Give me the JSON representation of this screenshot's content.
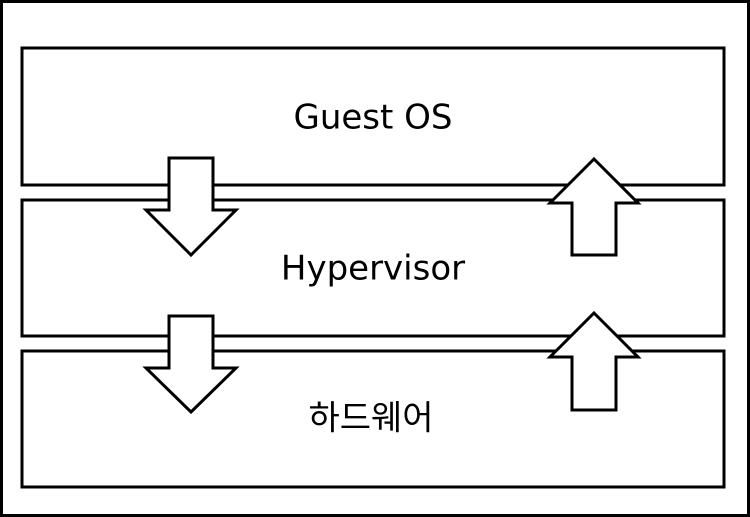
{
  "layers": {
    "guest_os": "Guest OS",
    "hypervisor": "Hypervisor",
    "hardware": "하드웨어"
  },
  "colors": {
    "stroke": "#000000",
    "fill": "#ffffff"
  }
}
